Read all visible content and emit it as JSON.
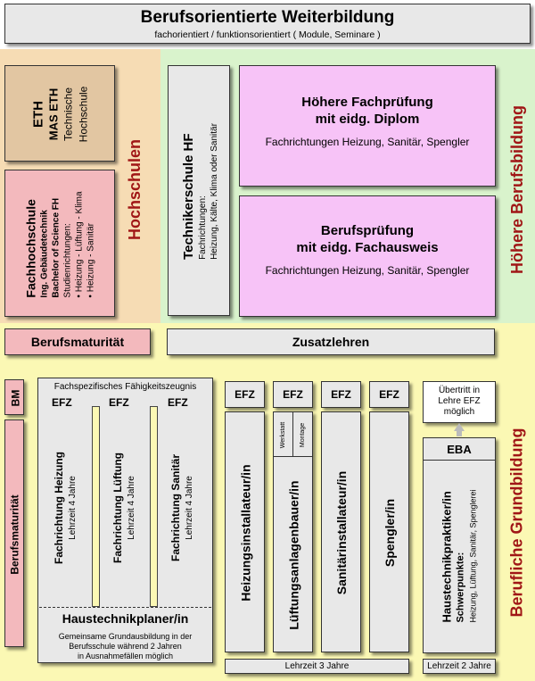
{
  "top": {
    "title": "Berufsorientierte Weiterbildung",
    "subtitle": "fachorientiert / funktionsorientiert ( Module, Seminare )"
  },
  "sections": {
    "hochschulen": "Hochschulen",
    "hoehere": "Höhere Berufsbildung",
    "grund": "Berufliche Grundbildung"
  },
  "eth": {
    "line1": "ETH",
    "line2": "MAS ETH",
    "line3": "Technische",
    "line4": "Hochschule"
  },
  "fh": {
    "title": "Fachhochschule",
    "line1": "Ing. Gebäudetechnik",
    "line2": "Bachelor of Science FH",
    "line3": "Studienrichtungen:",
    "item1": "Heizung - Lüftung - Klima",
    "item2": "Heizung - Sanitär"
  },
  "hf": {
    "title": "Technikerschule HF",
    "line1": "Fachrichtungen:",
    "line2": "Heizung, Kälte, Klima oder Sanitär"
  },
  "hfp": {
    "title1": "Höhere Fachprüfung",
    "title2": "mit eidg. Diplom",
    "sub": "Fachrichtungen Heizung, Sanitär, Spengler"
  },
  "bp": {
    "title1": "Berufsprüfung",
    "title2": "mit eidg. Fachausweis",
    "sub": "Fachrichtungen Heizung, Sanitär, Spengler"
  },
  "bm_bar": "Berufsmaturität",
  "zusatz": "Zusatzlehren",
  "bm_small": "BM",
  "bm_vertical": "Berufsmaturität",
  "planer": {
    "header": "Fachspezifisches Fähigkeitszeugnis",
    "efz1": "EFZ",
    "efz2": "EFZ",
    "efz3": "EFZ",
    "col1_title": "Fachrichtung Heizung",
    "col2_title": "Fachrichtung Lüftung",
    "col3_title": "Fachrichtung Sanitär",
    "lehrzeit1": "Lehrzeit 4 Jahre",
    "lehrzeit2": "Lehrzeit 4 Jahre",
    "lehrzeit3": "Lehrzeit 4 Jahre",
    "name": "Haustechnikplaner/in",
    "note1": "Gemeinsame Grundausbildung in der",
    "note2": "Berufsschule während 2 Jahren",
    "note3": "in Ausnahmefällen möglich"
  },
  "trades": {
    "efz1": "EFZ",
    "efz2": "EFZ",
    "efz3": "EFZ",
    "efz4": "EFZ",
    "werkstatt": "Werkstatt",
    "montage": "Montage",
    "t1": "Heizungsinstallateur/in",
    "t2": "Lüftungsanlagenbauer/in",
    "t3": "Sanitärinstallateur/in",
    "t4": "Spengler/in",
    "lehrzeit": "Lehrzeit 3 Jahre"
  },
  "uebertritt": {
    "line1": "Übertritt in",
    "line2": "Lehre EFZ",
    "line3": "möglich"
  },
  "eba": {
    "label": "EBA",
    "title": "Haustechnikpraktiker/in",
    "sp": "Schwerpunkte:",
    "items": "Heizung, Lüftung, Sanitär, Spenglerei",
    "lehrzeit": "Lehrzeit 2 Jahre"
  },
  "colors": {
    "tan": "#f6dcb4",
    "green": "#d9f3cc",
    "yellow": "#fbf8b4",
    "red": "#a01616",
    "pink": "#f3b9bd",
    "magenta": "#f7c3f7"
  }
}
